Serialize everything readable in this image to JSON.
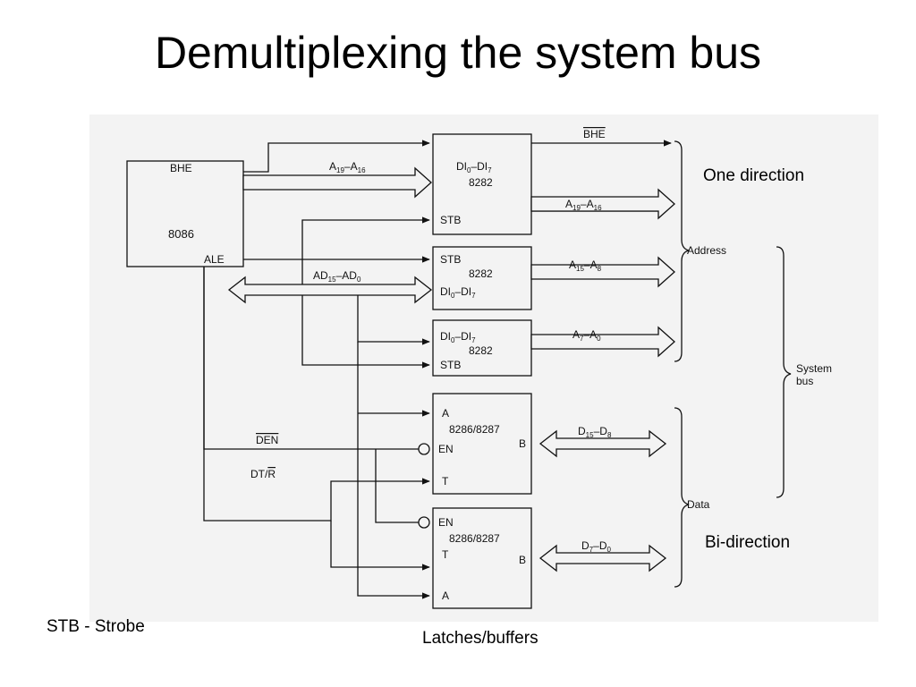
{
  "slide": {
    "title": "Demultiplexing the system bus",
    "caption_one_direction": "One direction",
    "caption_bi_direction": "Bi-direction",
    "caption_stb": "STB - Strobe",
    "caption_latches": "Latches/buffers"
  },
  "diagram": {
    "cpu": {
      "name": "8086",
      "pins": {
        "bhe": "BHE",
        "ale": "ALE"
      }
    },
    "latch1": {
      "chip": "8282",
      "di": "DI",
      "di_sub1": "0",
      "di_sub2": "7",
      "stb": "STB"
    },
    "latch2": {
      "chip": "8282",
      "stb": "STB",
      "di": "DI",
      "di_sub1": "0",
      "di_sub2": "7"
    },
    "latch3": {
      "chip": "8282",
      "di": "DI",
      "di_sub1": "0",
      "di_sub2": "7",
      "stb": "STB"
    },
    "transceiver1": {
      "chip": "8286/8287",
      "a": "A",
      "en": "EN",
      "b": "B",
      "t": "T"
    },
    "transceiver2": {
      "chip": "8286/8287",
      "en": "EN",
      "t": "T",
      "b": "B",
      "a": "A"
    },
    "signals": {
      "a19_16_in": {
        "a": "A",
        "s1": "19",
        "dash": "–",
        "b": "A",
        "s2": "16"
      },
      "ad_bus": {
        "a": "AD",
        "s1": "15",
        "dash": "–",
        "b": "AD",
        "s2": "0"
      },
      "bhe_out": "BHE",
      "a19_16_out": {
        "a": "A",
        "s1": "19",
        "dash": "–",
        "b": "A",
        "s2": "16"
      },
      "a15_8": {
        "a": "A",
        "s1": "15",
        "dash": "–",
        "b": "A",
        "s2": "8"
      },
      "a7_0": {
        "a": "A",
        "s1": "7",
        "dash": "–",
        "b": "A",
        "s2": "0"
      },
      "d15_8": {
        "a": "D",
        "s1": "15",
        "dash": "–",
        "b": "D",
        "s2": "8"
      },
      "d7_0": {
        "a": "D",
        "s1": "7",
        "dash": "–",
        "b": "D",
        "s2": "0"
      },
      "den": "DEN",
      "dtr": {
        "dt": "DT/",
        "r": "R"
      }
    },
    "braces": {
      "address": "Address",
      "data": "Data",
      "system1": "System",
      "system2": "bus"
    }
  }
}
